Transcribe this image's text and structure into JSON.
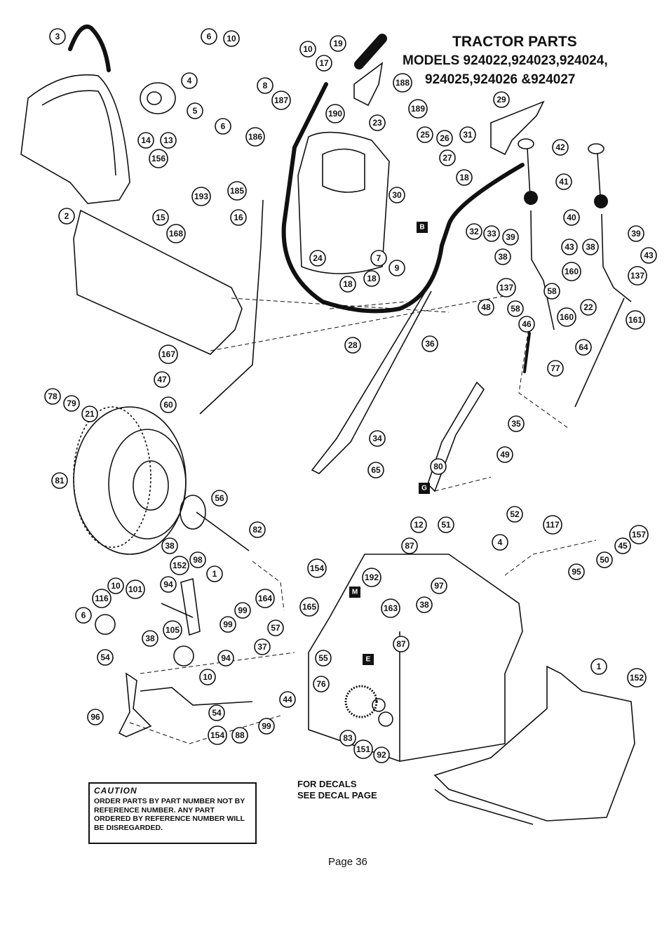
{
  "title": {
    "line1": "TRACTOR PARTS",
    "line2": "MODELS 924022,924023,924024,",
    "line3": "924025,924026 &924027"
  },
  "caution": {
    "heading": "CAUTION",
    "text": "ORDER PARTS BY PART NUMBER NOT BY REFERENCE NUMBER. ANY PART ORDERED BY REFERENCE NUMBER WILL BE DISREGARDED."
  },
  "decal_note": {
    "line1": "FOR DECALS",
    "line2": "SEE DECAL PAGE"
  },
  "page_label": "Page 36",
  "letter_tags": [
    "B",
    "G",
    "M",
    "E"
  ],
  "callouts": [
    "3",
    "6",
    "10",
    "10",
    "19",
    "17",
    "4",
    "8",
    "188",
    "2",
    "14",
    "13",
    "156",
    "5",
    "6",
    "187",
    "190",
    "189",
    "29",
    "23",
    "25",
    "26",
    "31",
    "27",
    "18",
    "186",
    "42",
    "41",
    "30",
    "40",
    "193",
    "15",
    "168",
    "185",
    "16",
    "32",
    "33",
    "39",
    "39",
    "24",
    "7",
    "9",
    "18",
    "18",
    "43",
    "38",
    "38",
    "43",
    "160",
    "137",
    "137",
    "58",
    "58",
    "22",
    "48",
    "46",
    "160",
    "161",
    "28",
    "36",
    "64",
    "167",
    "47",
    "77",
    "78",
    "79",
    "21",
    "60",
    "35",
    "34",
    "65",
    "49",
    "80",
    "81",
    "56",
    "12",
    "51",
    "52",
    "117",
    "87",
    "4",
    "157",
    "82",
    "38",
    "50",
    "45",
    "95",
    "152",
    "98",
    "1",
    "154",
    "192",
    "10",
    "101",
    "94",
    "116",
    "97",
    "99",
    "6",
    "38",
    "164",
    "165",
    "99",
    "163",
    "57",
    "105",
    "38",
    "94",
    "10",
    "54",
    "55",
    "87",
    "37",
    "76",
    "1",
    "152",
    "96",
    "44",
    "54",
    "99",
    "154",
    "88",
    "83",
    "151",
    "92"
  ]
}
